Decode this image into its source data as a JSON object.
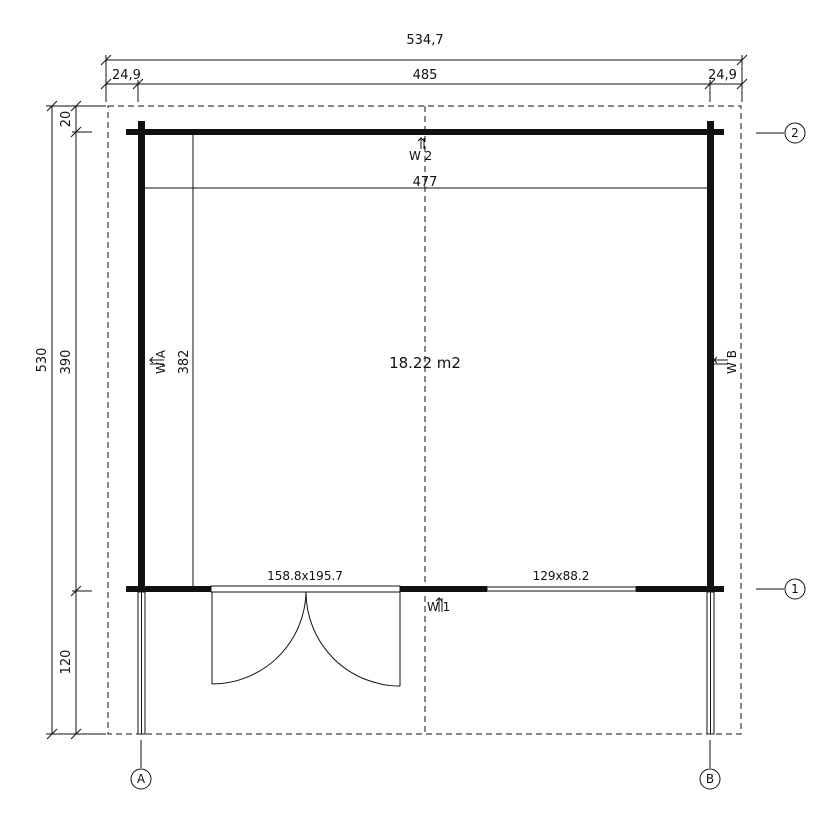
{
  "dimensions": {
    "total_width": "534,7",
    "left_overhang": "24,9",
    "wall_span": "485",
    "right_overhang": "24,9",
    "total_depth": "530",
    "top_overhang": "20",
    "room_depth": "390",
    "porch_depth": "120",
    "inner_width": "477",
    "inner_depth": "382"
  },
  "room": {
    "area": "18.22 m2"
  },
  "openings": {
    "door": "158.8x195.7",
    "window": "129x88.2"
  },
  "wall_labels": {
    "back": "W 2",
    "front": "W 1",
    "left": "W A",
    "right": "W B"
  },
  "grid_axes": {
    "front": "1",
    "back": "2",
    "left": "A",
    "right": "B"
  }
}
